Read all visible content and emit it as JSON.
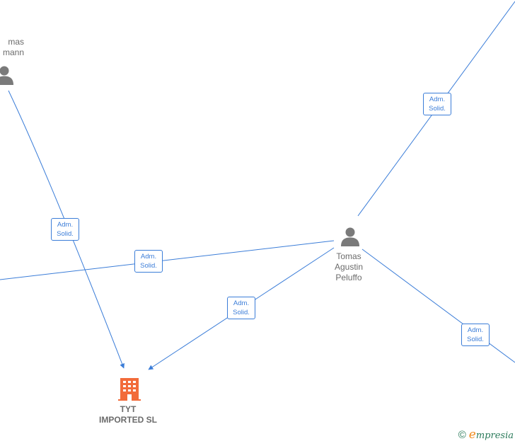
{
  "persons": [
    {
      "id": "tomas-agustin",
      "name": "Tomas\nAgustin\nPeluffo"
    },
    {
      "id": "tomas-mann",
      "name": "mas\nmann"
    }
  ],
  "company": {
    "name": "TYT\nIMPORTED  SL",
    "color": "#f26b3a"
  },
  "relations": [
    {
      "label1": "Adm.",
      "label2": "Solid."
    },
    {
      "label1": "Adm.",
      "label2": "Solid."
    },
    {
      "label1": "Adm.",
      "label2": "Solid."
    },
    {
      "label1": "Adm.",
      "label2": "Solid."
    },
    {
      "label1": "Adm.",
      "label2": "Solid."
    }
  ],
  "brand": {
    "copyright": "©",
    "name_initial": "e",
    "name_rest": "mpresia"
  },
  "colors": {
    "edge": "#3b7dd8",
    "person_icon": "#7a7a7a",
    "company_icon": "#f26b3a"
  }
}
